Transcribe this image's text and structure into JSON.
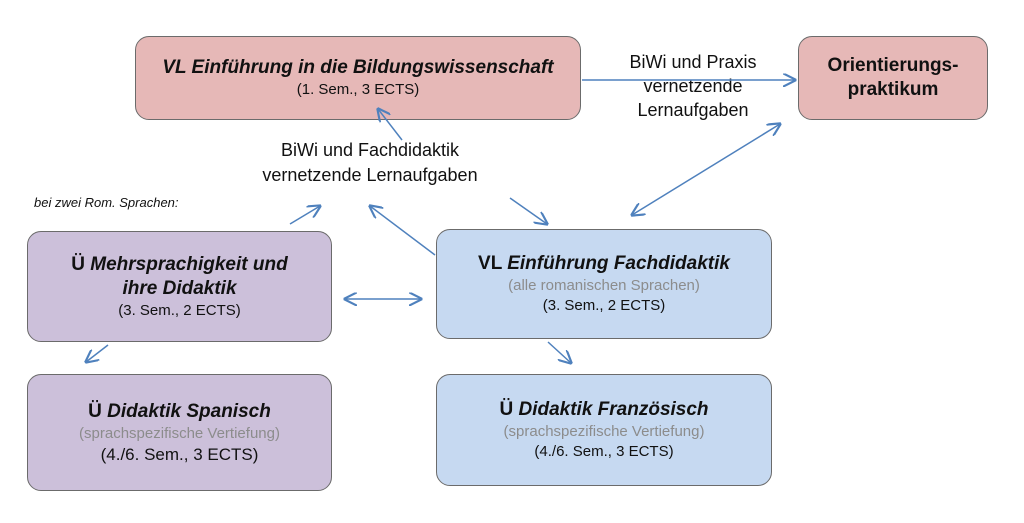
{
  "boxes": {
    "vl_bildung": {
      "title_prefix": "",
      "title_italic": "VL Einführung in die Bildungswissenschaft",
      "line2": "(1.   Sem., 3 ECTS)"
    },
    "orientierung": {
      "line1": "Orientierungs-",
      "line2": "praktikum"
    },
    "vl_fachdidaktik": {
      "title_prefix": "VL ",
      "title_italic": "Einführung Fachdidaktik",
      "grey": "(alle romanischen Sprachen)",
      "line3": "(3. Sem., 2 ECTS)"
    },
    "mehrsprachigkeit": {
      "title_prefix": "Ü ",
      "title_italic_1": "Mehrsprachigkeit und",
      "title_italic_2": "ihre Didaktik",
      "line3": "(3. Sem., 2 ECTS)"
    },
    "spanisch": {
      "title_prefix": "Ü ",
      "title_italic": "Didaktik Spanisch",
      "grey": "(sprachspezifische Vertiefung)",
      "line3": "(4./6. Sem., 3 ECTS)"
    },
    "franzoesisch": {
      "title_prefix": "Ü ",
      "title_italic": "Didaktik Französisch",
      "grey": "(sprachspezifische Vertiefung)",
      "line3": "(4./6. Sem., 3 ECTS)"
    }
  },
  "labels": {
    "biwi_praxis": [
      "BiWi und Praxis",
      "vernetzende",
      "Lernaufgaben"
    ],
    "biwi_fachdidaktik": [
      "BiWi und Fachdidaktik",
      "vernetzende Lernaufgaben"
    ],
    "note": "bei zwei Rom. Sprachen:"
  },
  "colors": {
    "pink": "#e6b8b7",
    "blue": "#c6d9f1",
    "purple": "#ccc0da",
    "arrow": "#4f81bd",
    "grey_text": "#8c8c8c"
  }
}
